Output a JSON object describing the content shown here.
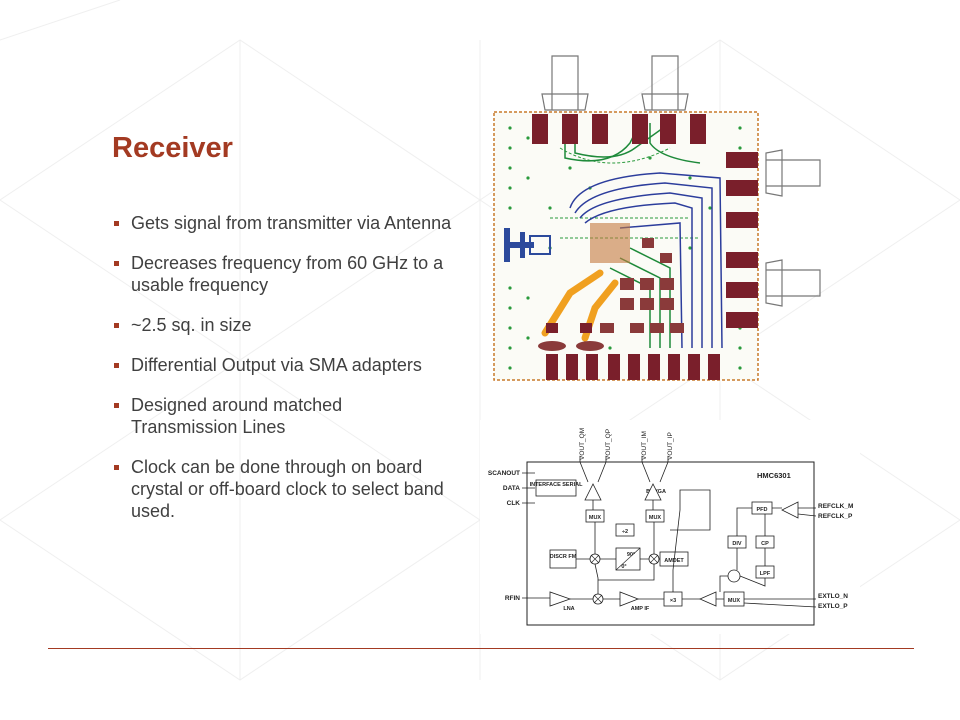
{
  "slide": {
    "title": "Receiver",
    "bullets": [
      "Gets signal from transmitter via Antenna",
      "Decreases frequency from 60 GHz to a usable frequency",
      "~2.5 sq. in size",
      "Differential Output via SMA adapters",
      "Designed around matched Transmission  Lines",
      "Clock can be done through on board crystal or off-board clock to select band used."
    ]
  },
  "block_diagram": {
    "chip_name": "HMC6301",
    "pins_top": [
      "VOUT_QM",
      "VOUT_QP",
      "VOUT_IM",
      "VOUT_IP"
    ],
    "pins_left": [
      "SCANOUT",
      "DATA",
      "CLK",
      "RFIN"
    ],
    "pins_right": [
      "REFCLK_M",
      "REFCLK_P",
      "EXTLO_N",
      "EXTLO_P"
    ],
    "blocks": {
      "interface": "INTERFACE SERIAL",
      "bbvga": "BBVGA",
      "mux1": "MUX",
      "mux2": "MUX",
      "mux3": "MUX",
      "div2": "÷2",
      "discr": "DISCR FM",
      "phase90": "90°",
      "phase0": "0°",
      "amdet": "AMDET",
      "pfd": "PFD",
      "div": "DIV",
      "cp": "CP",
      "lpf": "LPF",
      "lna": "LNA",
      "ampif": "AMP IF",
      "x3": "×3"
    }
  },
  "colors": {
    "title": "#a33a22",
    "bullet_marker": "#a33a22",
    "body_text": "#404040",
    "rule": "#a33a22",
    "pcb_pad": "#7a1f2b",
    "pcb_trace_gold": "#f0a020",
    "pcb_trace_blue": "#2c3d9c",
    "pcb_trace_green": "#1e8a3a"
  }
}
